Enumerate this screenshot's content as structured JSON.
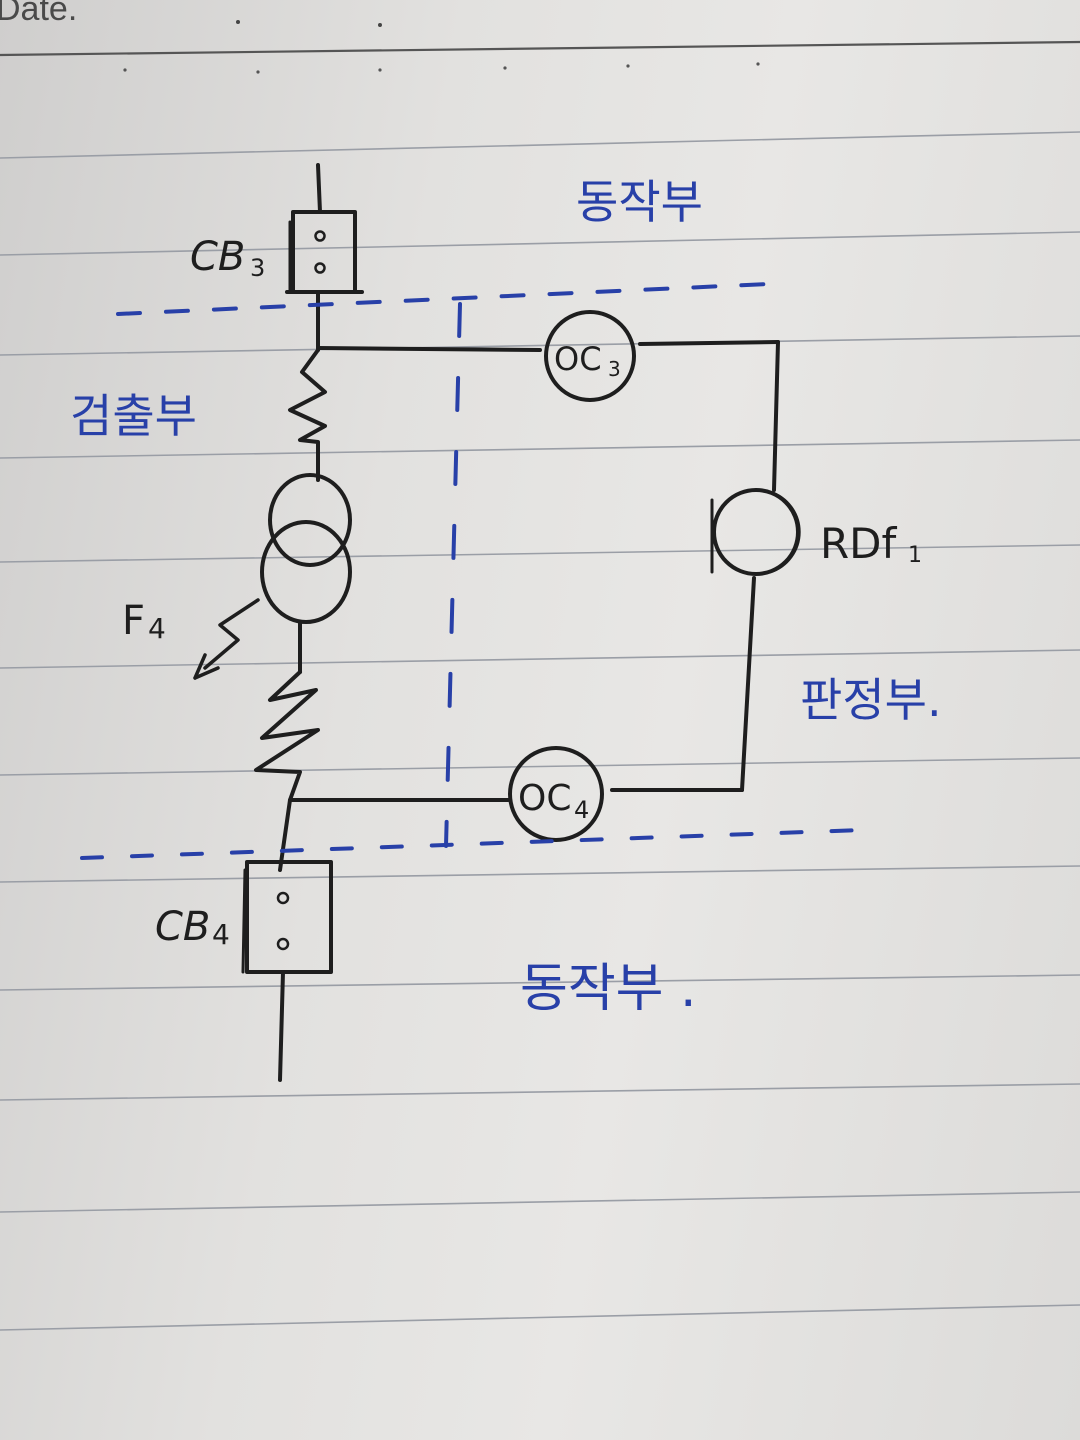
{
  "page": {
    "header_label": "Date."
  },
  "diagram": {
    "labels": {
      "cb3": "CB",
      "cb3_sub": "3",
      "cb4": "CB",
      "cb4_sub": "4",
      "oc3": "OC",
      "oc3_sub": "3",
      "oc4": "OC",
      "oc4_sub": "4",
      "rdf": "RDf",
      "rdf_sub": "1",
      "fault": "F",
      "fault_sub": "4"
    },
    "sections": {
      "top_operating": "동작부",
      "detection": "검출부",
      "judgment": "판정부.",
      "bottom_operating": "동작부 ."
    }
  },
  "colors": {
    "pencil": "#1e1e1e",
    "blue_ink": "#2840a8",
    "ruling": "#9a9ea6"
  }
}
